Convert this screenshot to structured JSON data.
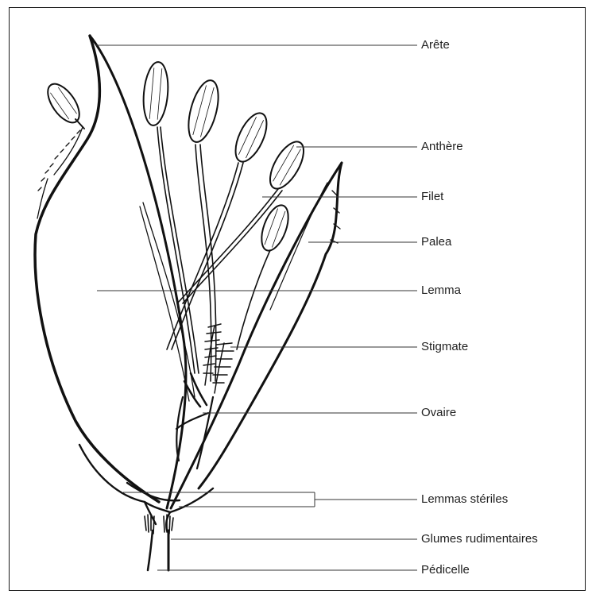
{
  "labels": {
    "arete": "Arête",
    "anthere": "Anthère",
    "filet": "Filet",
    "palea": "Palea",
    "lemma": "Lemma",
    "stigmate": "Stigmate",
    "ovaire": "Ovaire",
    "lemmas_steriles": "Lemmas stériles",
    "glumes_rudimentaires": "Glumes rudimentaires",
    "pedicelle": "Pédicelle"
  },
  "colors": {
    "ink": "#111111",
    "leader": "#333333",
    "frame": "#1a1a1a"
  }
}
